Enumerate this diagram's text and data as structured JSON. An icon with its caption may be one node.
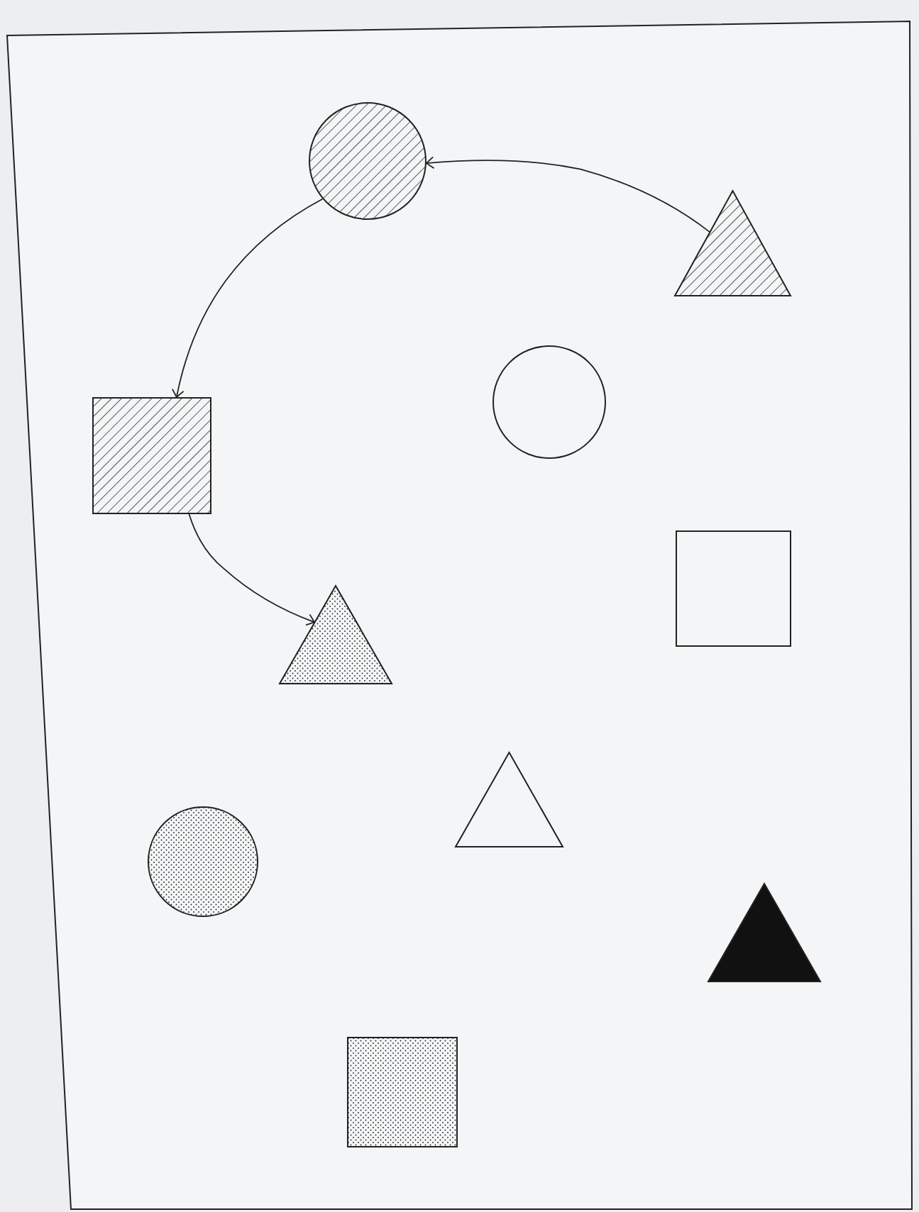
{
  "diagram": {
    "nodes": [
      {
        "text": [],
        "shape": "circle"
      },
      {
        "text": [],
        "shape": "triangle"
      },
      {
        "text": [],
        "shape": "circle"
      },
      {
        "text": [],
        "shape": "box"
      },
      {
        "text": [],
        "shape": "box"
      },
      {
        "text": [],
        "shape": "triangle"
      },
      {
        "text": [],
        "shape": "triangle"
      },
      {
        "text": [],
        "shape": "circle"
      },
      {
        "text": [],
        "shape": "triangle"
      },
      {
        "text": [],
        "shape": "box"
      }
    ],
    "edges": [
      {
        "from": 1,
        "to": 0,
        "arrow": "to"
      },
      {
        "from": 0,
        "to": 3,
        "arrow": "to"
      },
      {
        "from": 3,
        "to": 5,
        "arrow": "to"
      }
    ]
  }
}
